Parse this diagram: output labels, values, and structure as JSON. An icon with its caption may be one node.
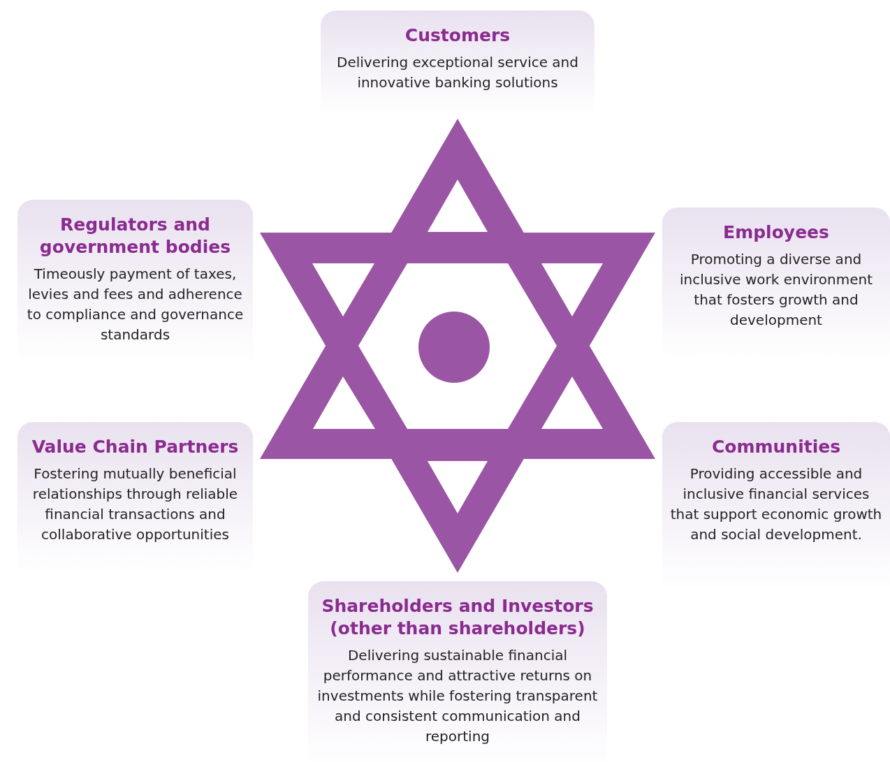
{
  "diagram": {
    "nodes": [
      {
        "text": [
          "Customers",
          "Delivering exceptional service and innovative banking solutions"
        ]
      },
      {
        "text": [
          "Regulators and government bodies",
          "Timeously payment of taxes, levies and fees and adherence to compliance and governance standards"
        ]
      },
      {
        "text": [
          "Employees",
          "Promoting a diverse and inclusive work environment that fosters growth and development"
        ]
      },
      {
        "text": [
          "Value Chain Partners",
          "Fostering mutually beneficial relationships through reliable financial transactions and collaborative opportunities"
        ]
      },
      {
        "text": [
          "Communities",
          "Providing accessible and inclusive financial services that support economic growth and social development."
        ]
      },
      {
        "text": [
          "Shareholders and Investors (other than shareholders)",
          "Delivering sustainable financial performance and attractive returns on investments while fostering transparent and consistent communication and reporting"
        ]
      }
    ]
  }
}
